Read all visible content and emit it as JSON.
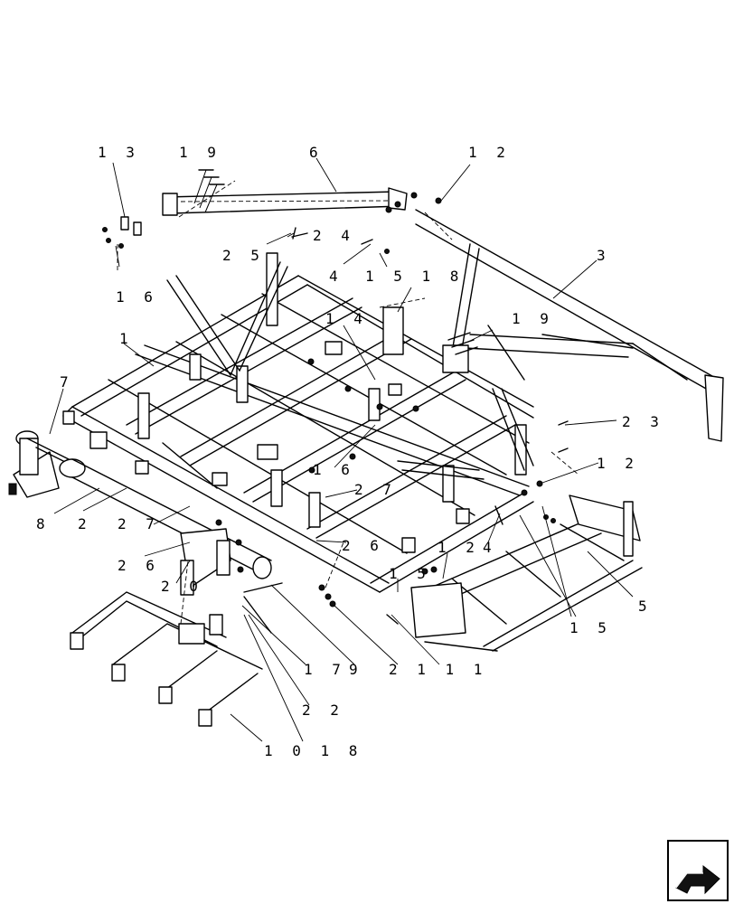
{
  "callouts": {
    "c13": "1 3",
    "c19a": "1 9",
    "c6": "6",
    "c12a": "1 2",
    "c24": "2 4",
    "c25": "2 5",
    "c4a": "4",
    "c1518": "1 5 1 8",
    "c3": "3",
    "c16a": "1 6",
    "c14": "1 4",
    "c19b": "1 9",
    "c1": "1",
    "c7": "7",
    "c23": "2 3",
    "c12b": "1 2",
    "c16b": "1 6",
    "c27a": "2 7",
    "c8": "8",
    "c2": "2",
    "c27b": "2 7",
    "c26a": "2 6",
    "c4b": "4",
    "c12c": "1 2",
    "c26b": "2 6",
    "c20": "2 0",
    "c15a": "1 5",
    "c5": "5",
    "c15b": "1 5",
    "c17": "1 7",
    "c9": "9",
    "c2111": "2 1 1 1",
    "c22": "2 2",
    "c1018": "1 0 1 8"
  },
  "nav": {
    "icon": "arrow-icon"
  }
}
